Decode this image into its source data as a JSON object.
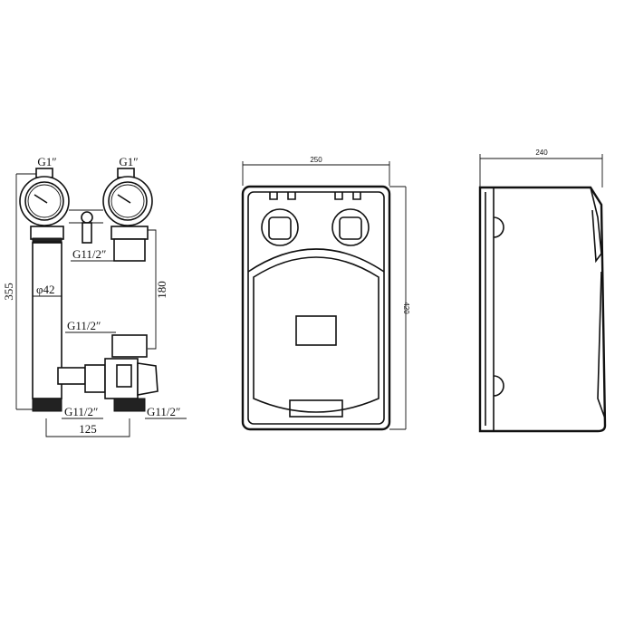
{
  "drawing": {
    "front_assembly": {
      "top_left_connection": "G1″",
      "top_right_connection": "G1″",
      "tee_connection": "G11/2″",
      "pump_connection": "G11/2″",
      "bottom_left_connection": "G11/2″",
      "bottom_right_connection": "G11/2″",
      "height_dim": "355",
      "pipe_diameter": "φ42",
      "pump_length_dim": "180",
      "spacing_dim": "125"
    },
    "insulation_front": {
      "width_dim": "250",
      "height_dim": "420"
    },
    "insulation_side": {
      "depth_dim": "240"
    }
  }
}
